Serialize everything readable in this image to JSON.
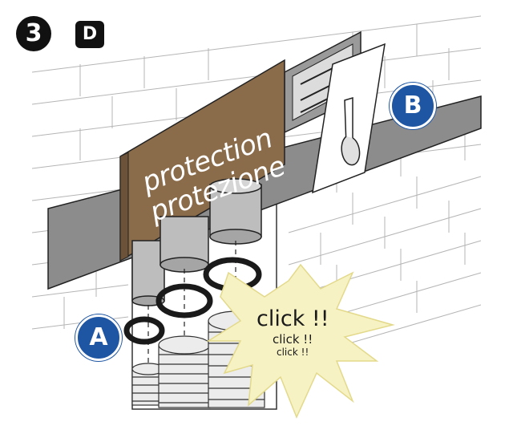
{
  "step_number": "3",
  "variant_letter": "D",
  "callouts": {
    "a": "A",
    "b": "B"
  },
  "sign": {
    "line1": "protection",
    "line2": "protezione"
  },
  "burst": {
    "line1": "click !!",
    "line2": "click !!",
    "line3": "click !!"
  },
  "colors": {
    "sign": "#8a6b4a",
    "callout": "#1e56a3",
    "burst": "#f7f2c4",
    "pipe": "#bdbdbd",
    "profile": "#8c8c8c",
    "ring": "#1a1a1a"
  }
}
